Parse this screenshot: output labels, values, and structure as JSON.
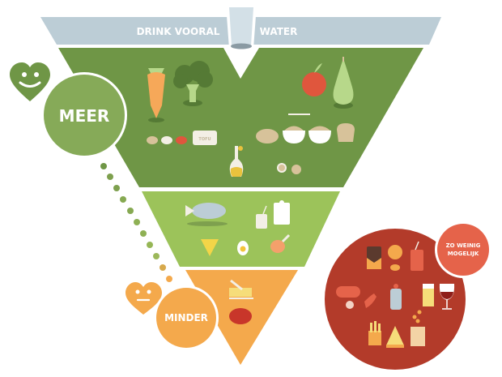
{
  "colors": {
    "water_band": "#bccdd6",
    "tier_more": "#6f9646",
    "tier_middle": "#9cc35a",
    "tier_less": "#f4a94c",
    "limit_circle": "#b33b2a",
    "limit_badge": "#e5634a",
    "white": "#ffffff"
  },
  "water": {
    "label_left": "DRINK VOORAL",
    "label_right": "WATER",
    "icon": "water-glass-icon"
  },
  "meer": {
    "label": "MEER",
    "icon": "happy-heart-icon"
  },
  "minder": {
    "label": "MINDER",
    "icon": "neutral-heart-icon"
  },
  "limit": {
    "label_line1": "ZO WEINIG",
    "label_line2": "MOGELIJK"
  },
  "tiers": [
    {
      "name": "tier-more",
      "items": [
        "carrot",
        "broccoli",
        "legumes",
        "tofu",
        "olive-oil",
        "apple",
        "pear",
        "bread-roll",
        "noodles-bowl",
        "grain-bowl",
        "bread-slice",
        "nuts"
      ]
    },
    {
      "name": "tier-middle",
      "items": [
        "fish",
        "yoghurt",
        "milk",
        "cheese",
        "egg",
        "chicken-leg"
      ]
    },
    {
      "name": "tier-less",
      "items": [
        "butter",
        "red-meat"
      ]
    },
    {
      "name": "limit-group",
      "items": [
        "chocolate",
        "cookie",
        "candy",
        "soda-can",
        "sausage",
        "bacon",
        "salt-shaker",
        "beer",
        "red-wine",
        "fries",
        "pizza",
        "chips"
      ]
    }
  ],
  "tofu_label": "TOFU"
}
